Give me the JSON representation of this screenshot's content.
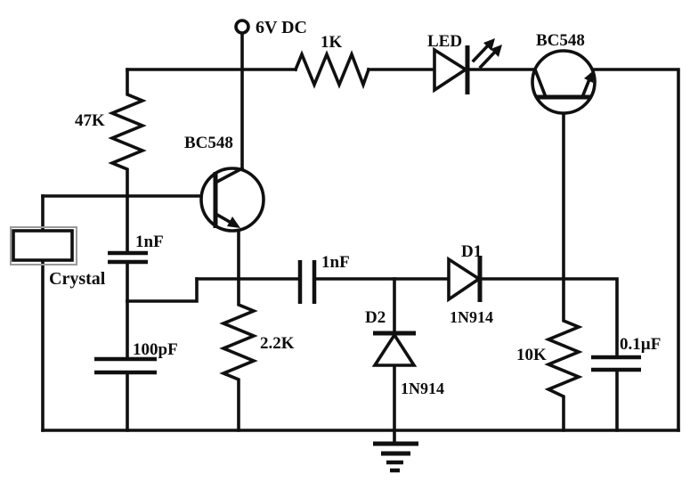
{
  "diagram": {
    "type": "circuit-schematic",
    "background": "#ffffff",
    "ink": "#101010",
    "power": {
      "label": "6V DC",
      "voltage": "6V"
    },
    "transistors": {
      "q1": {
        "label": "BC548"
      },
      "q2": {
        "label": "BC548"
      }
    },
    "resistors": {
      "r_47k": {
        "label": "47K"
      },
      "r_1k": {
        "label": "1K"
      },
      "r_2k2": {
        "label": "2.2K"
      },
      "r_10k": {
        "label": "10K"
      }
    },
    "capacitors": {
      "c_1nf_osc": {
        "label": "1nF"
      },
      "c_100pf": {
        "label": "100pF"
      },
      "c_1nf_coupling": {
        "label": "1nF"
      },
      "c_100nf": {
        "label": "0.1µF"
      }
    },
    "diodes": {
      "led": {
        "label": "LED"
      },
      "d1": {
        "label": "D1",
        "part": "1N914"
      },
      "d2": {
        "label": "D2",
        "part": "1N914"
      }
    },
    "crystal": {
      "label": "Crystal"
    }
  }
}
